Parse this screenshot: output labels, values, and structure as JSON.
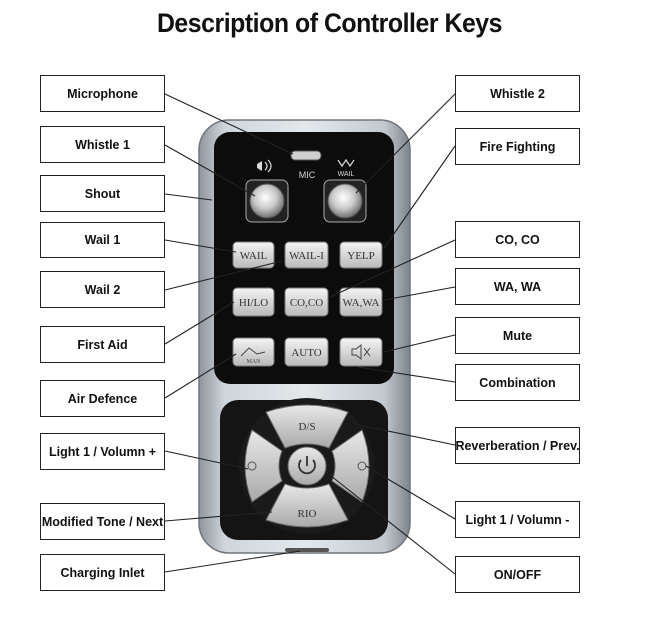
{
  "title": "Description of Controller Keys",
  "remote": {
    "mic_label": "MIC",
    "wail_label": "WAIL",
    "buttons": {
      "wail": "WAIL",
      "wail_i": "WAIL-I",
      "yelp": "YELP",
      "hilo": "HI/LO",
      "coco": "CO,CO",
      "wawa": "WA,WA",
      "man": "MAN",
      "auto": "AUTO",
      "ds": "D/S",
      "rio": "RIO"
    }
  },
  "labels": {
    "microphone": "Microphone",
    "whistle1": "Whistle 1",
    "shout": "Shout",
    "wail1": "Wail 1",
    "wail2": "Wail 2",
    "first_aid": "First Aid",
    "air_defence": "Air Defence",
    "light_plus": "Light 1 / Volumn +",
    "modified_tone": "Modified Tone / Next",
    "charging": "Charging Inlet",
    "whistle2": "Whistle 2",
    "fire_fighting": "Fire Fighting",
    "co_co": "CO, CO",
    "wa_wa": "WA, WA",
    "mute": "Mute",
    "combination": "Combination",
    "reverb": "Reverberation / Prev.",
    "light_minus": "Light 1 / Volumn -",
    "on_off": "ON/OFF"
  }
}
